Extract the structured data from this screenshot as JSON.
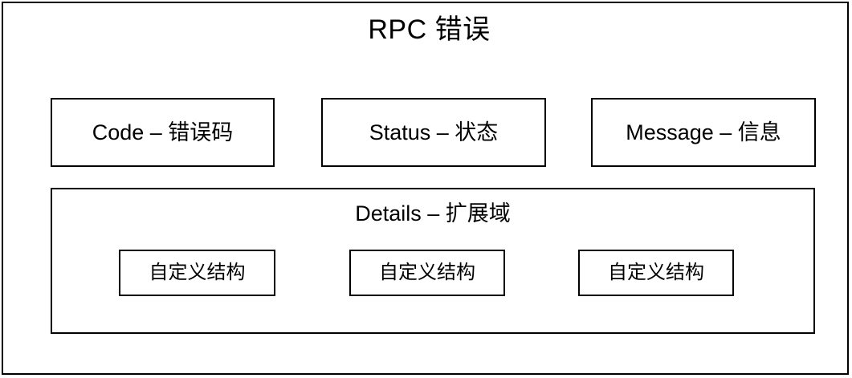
{
  "diagram": {
    "title": "RPC 错误",
    "background_color": "#ffffff",
    "border_color": "#000000",
    "fields": [
      {
        "label": "Code – 错误码"
      },
      {
        "label": "Status – 状态"
      },
      {
        "label": "Message – 信息"
      }
    ],
    "details": {
      "header": "Details – 扩展域",
      "children": [
        {
          "label": "自定义结构"
        },
        {
          "label": "自定义结构"
        },
        {
          "label": "自定义结构"
        }
      ]
    }
  }
}
